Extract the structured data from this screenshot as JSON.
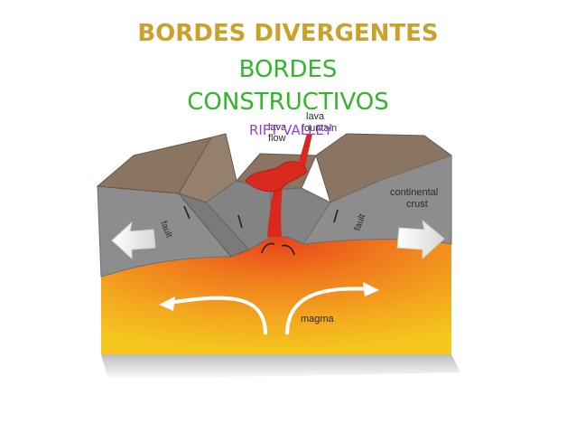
{
  "title": {
    "line1": "BORDES DIVERGENTES",
    "line2": "BORDES",
    "line3": "CONSTRUCTIVOS"
  },
  "labels": {
    "rift_valley": "RIFT VALLEY",
    "lava_fountain_1": "lava",
    "lava_fountain_2": "fountain",
    "lava_flow_1": "lava",
    "lava_flow_2": "flow",
    "continental_crust_1": "continental",
    "continental_crust_2": "crust",
    "fault_left": "fault",
    "fault_right": "fault",
    "magma": "magma"
  },
  "colors": {
    "title_line1": "#c8a22a",
    "title_lines2_3": "#33b52c",
    "rift_label": "#9a3fd6",
    "crust_side": "#8c8c8c",
    "crust_top": "#8a7462",
    "magma_hot": "#e8431a",
    "magma_outer": "#f4c21e",
    "lava": "#d9281d"
  }
}
